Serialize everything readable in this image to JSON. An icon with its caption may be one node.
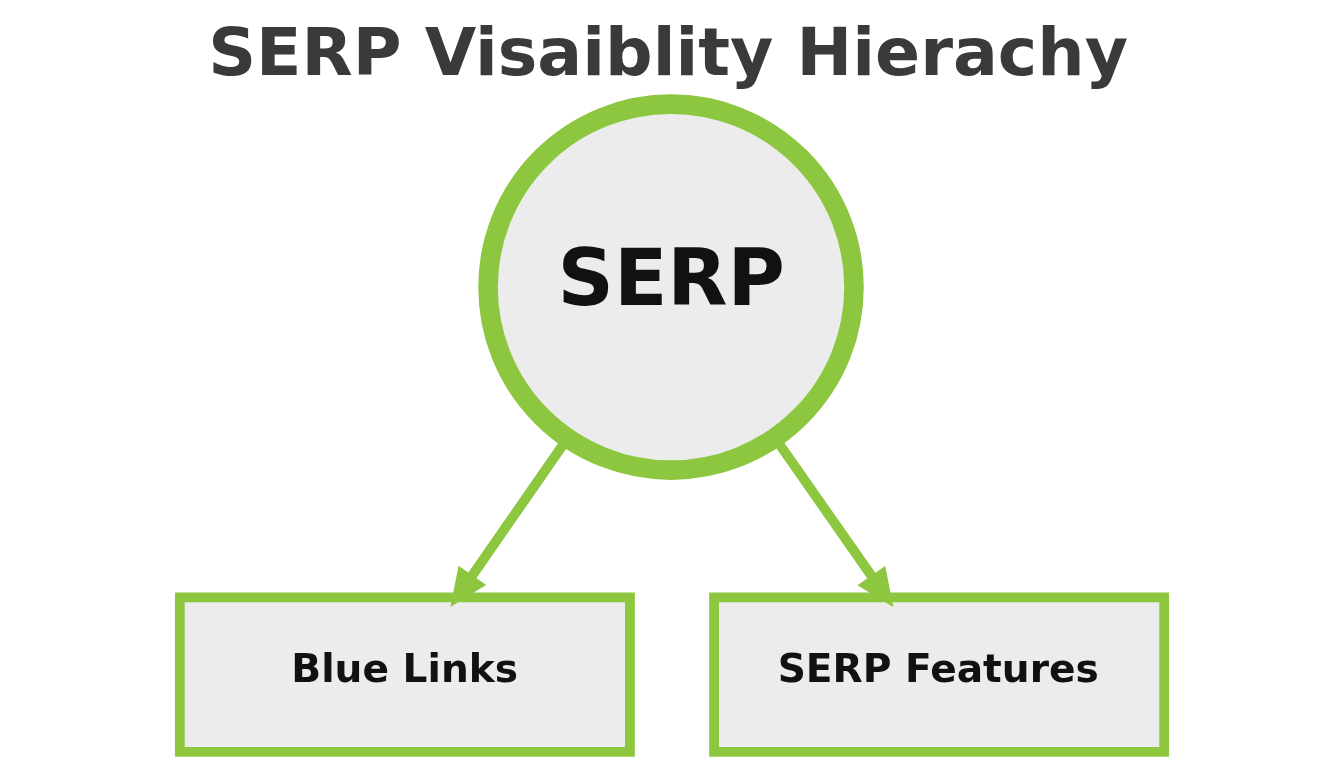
{
  "diagram": {
    "title": "SERP Visaiblity Hierachy",
    "nodes": [
      {
        "text": [
          "SERP"
        ]
      },
      {
        "text": [
          "Blue Links"
        ]
      },
      {
        "text": [
          "SERP Features"
        ]
      }
    ],
    "edges": [
      {
        "from": 0,
        "to": 1,
        "arrow": "to"
      },
      {
        "from": 0,
        "to": 2,
        "arrow": "to"
      }
    ]
  }
}
